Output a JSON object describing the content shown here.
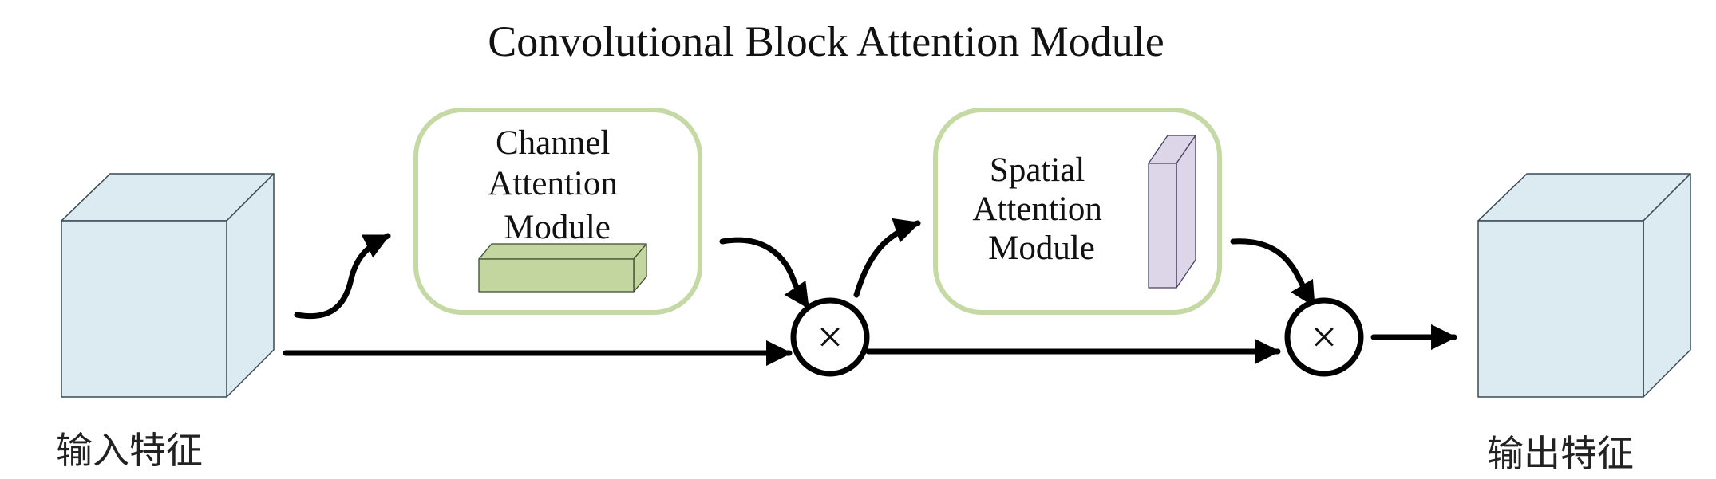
{
  "title": "Convolutional Block Attention Module",
  "input_label": "输入特征",
  "output_label": "输出特征",
  "channel_module": {
    "lines": [
      "Channel",
      "Attention",
      "Module"
    ]
  },
  "spatial_module": {
    "lines": [
      "Spatial",
      "Attention",
      "Module"
    ]
  },
  "multiply_symbol": "×",
  "colors": {
    "cube_face": "#dbebf1",
    "cube_stroke": "#3a4a55",
    "module_border": "#c5d9a5",
    "channel_bar": "#c4d6a0",
    "spatial_bar": "#ddd6e9",
    "arrow": "#000000"
  }
}
